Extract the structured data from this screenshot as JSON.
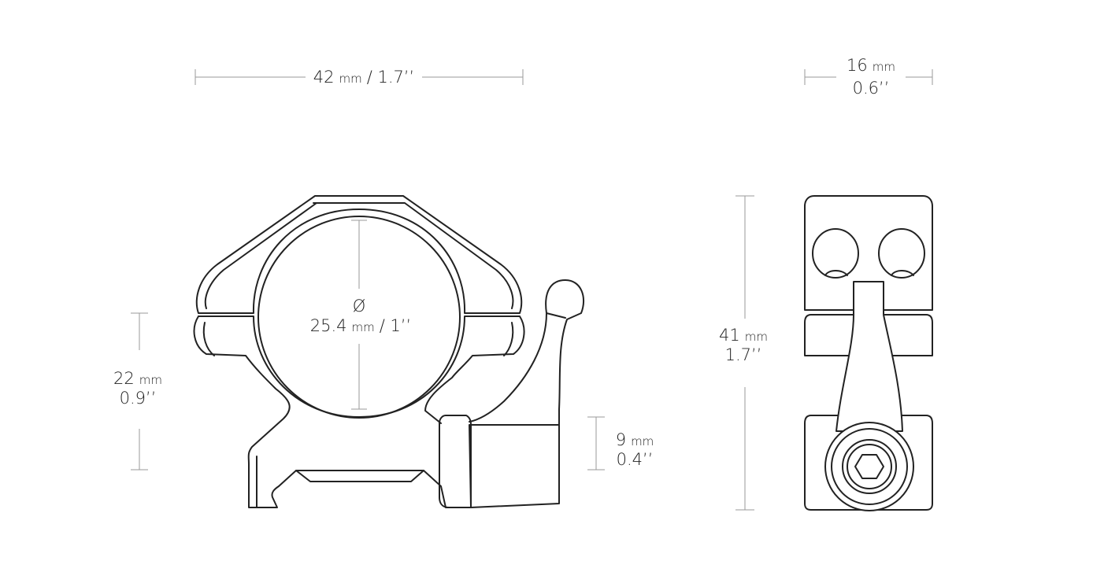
{
  "dimensions": {
    "width_front": {
      "value": "42",
      "unit": "mm",
      "imperial": "/ 1.7’’"
    },
    "width_side": {
      "value": "16",
      "unit": "mm",
      "imperial": "0.6’’"
    },
    "tube_diameter": {
      "symbol": "Ø",
      "value": "25.4",
      "unit": "mm",
      "imperial": "/ 1’’"
    },
    "center_height": {
      "value": "22",
      "unit": "mm",
      "imperial": "0.9’’"
    },
    "lever_height": {
      "value": "9",
      "unit": "mm",
      "imperial": "0.4’’"
    },
    "total_height": {
      "value": "41",
      "unit": "mm",
      "imperial": "1.7’’"
    }
  },
  "colors": {
    "outline": "#222222",
    "dimension_line": "#9a9a9a",
    "background": "#ffffff"
  }
}
